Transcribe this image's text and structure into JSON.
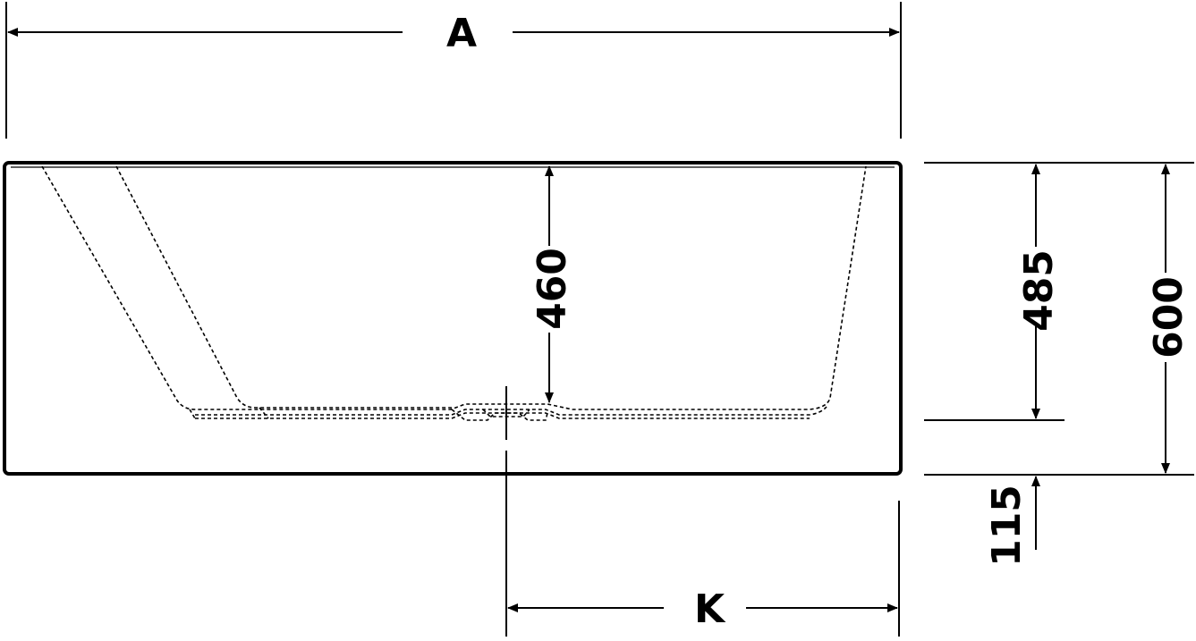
{
  "diagram": {
    "labels": {
      "overall_length": "A",
      "drain_offset": "K",
      "inner_depth": "460",
      "rim_to_floor": "485",
      "total_height": "600",
      "foot_height": "115"
    },
    "colors": {
      "line": "#000000",
      "background": "#ffffff"
    }
  }
}
